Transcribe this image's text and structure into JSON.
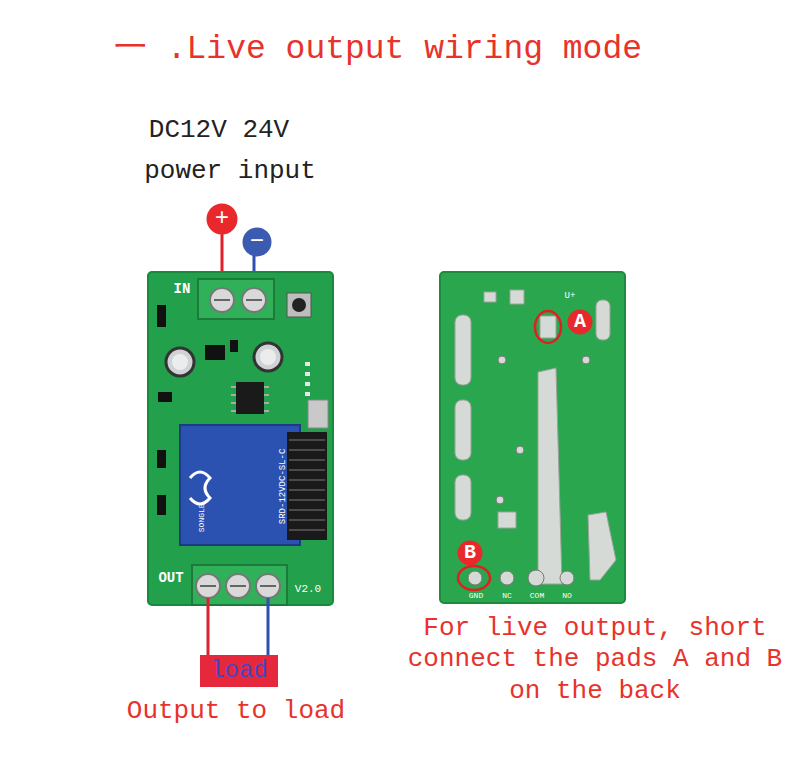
{
  "diagram": {
    "title": "一 .Live output wiring mode",
    "nodes": [
      {
        "text": [
          "+"
        ]
      },
      {
        "text": [
          "−"
        ]
      },
      {
        "text": [
          "load"
        ]
      },
      {
        "text": [
          "A"
        ]
      },
      {
        "text": [
          "B"
        ]
      }
    ],
    "labels": [
      "DC12V 24V",
      "power input",
      "IN",
      "SRD-12VDC-SL-C",
      "SONGLE",
      "OUT",
      "V2.0",
      "Output to load",
      "U+",
      "GND",
      "NC",
      "COM",
      "NO",
      "For live output, short connect the pads A and B on the back"
    ]
  }
}
